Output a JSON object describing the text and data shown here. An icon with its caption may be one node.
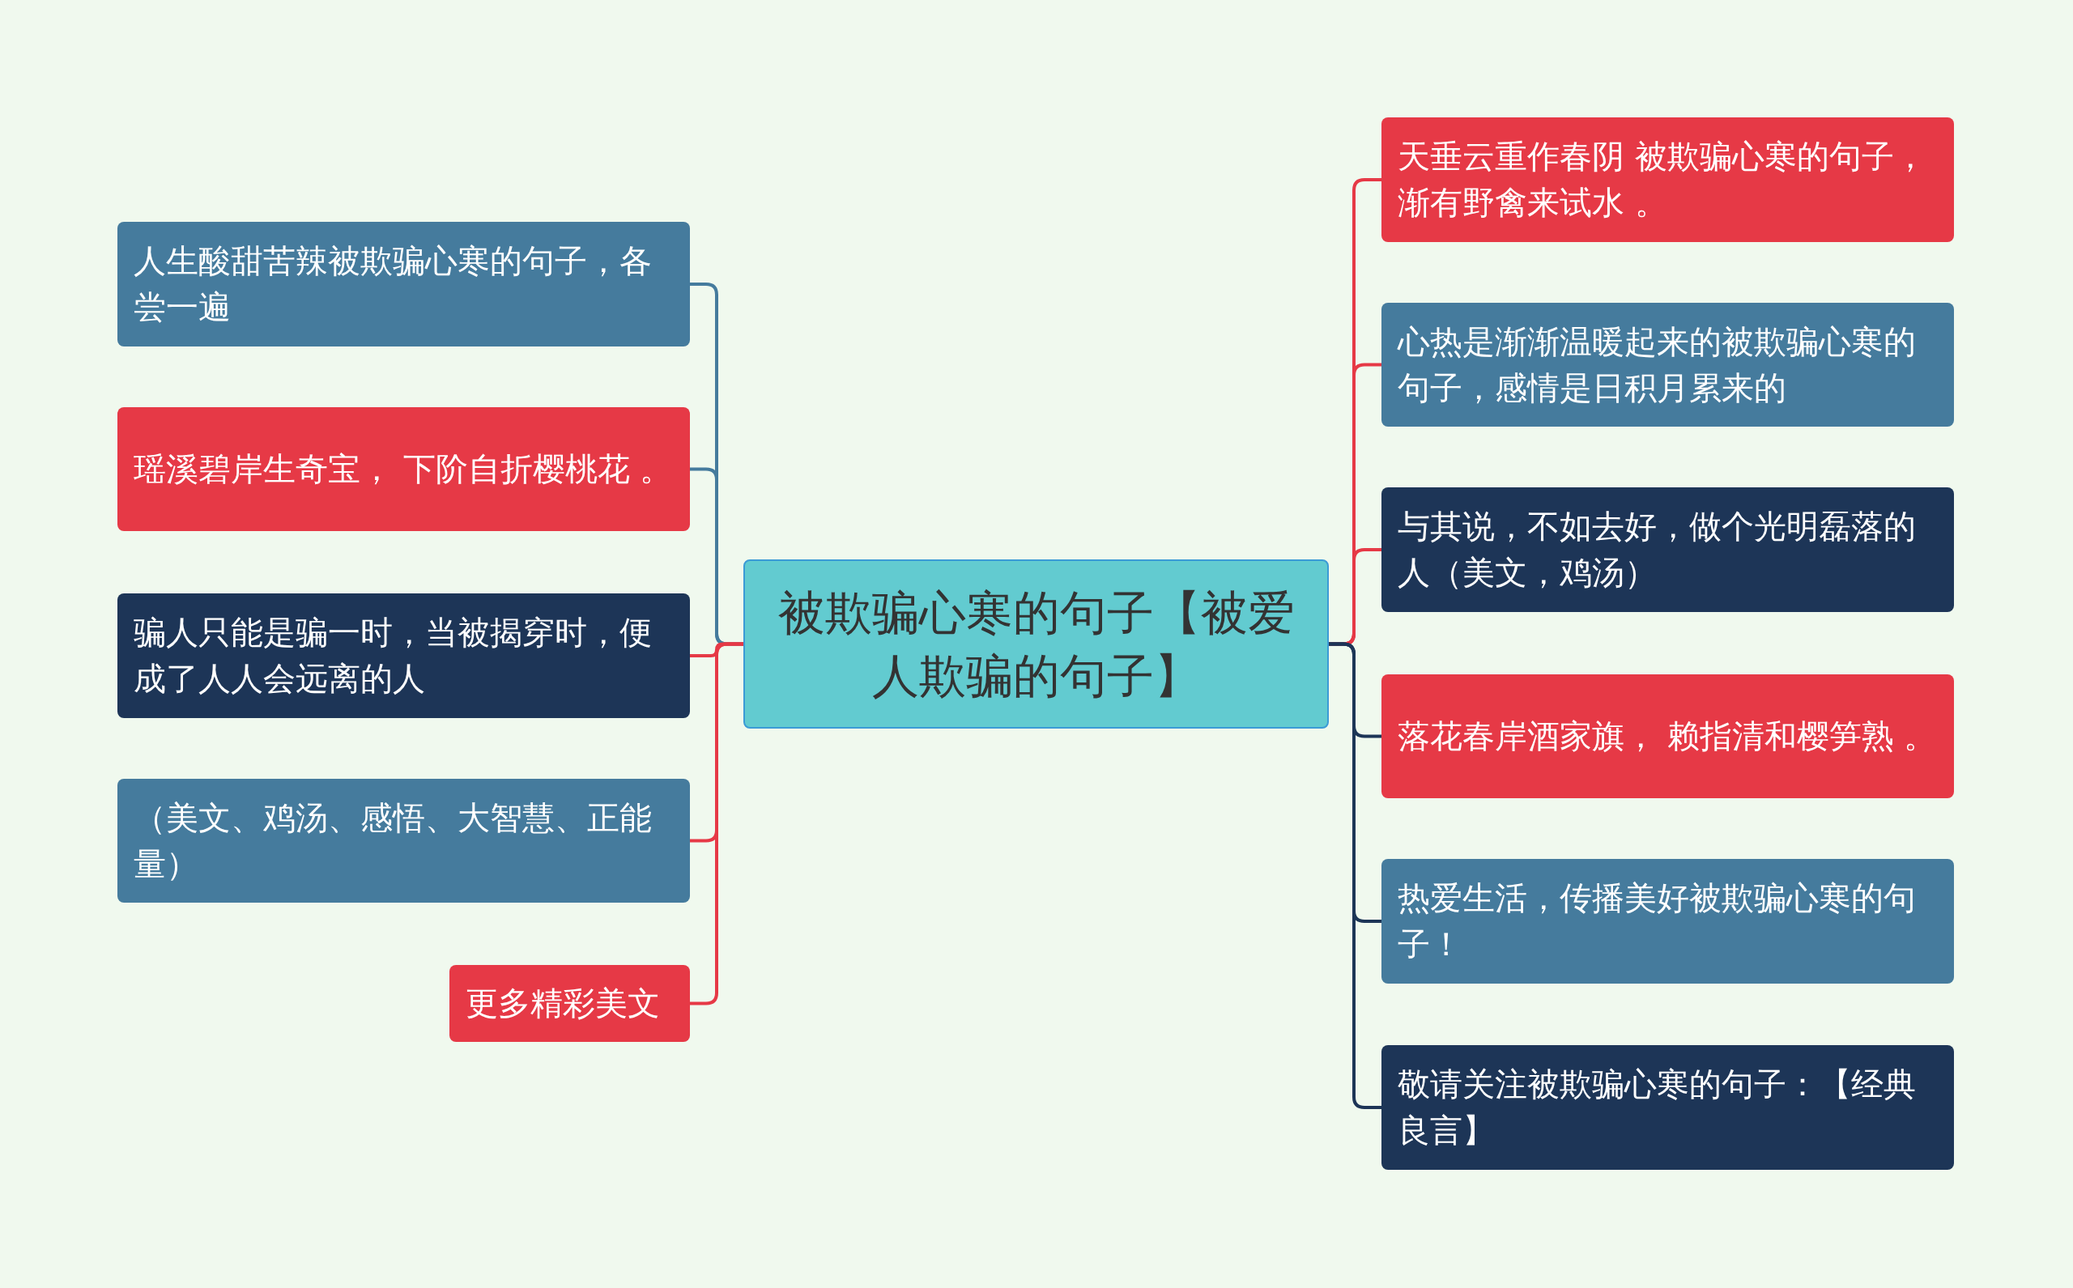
{
  "diagram": {
    "nodes": [
      {
        "text": [
          "被欺骗心寒的句子【被爱人欺骗的句子】"
        ]
      },
      {
        "text": [
          "人生酸甜苦辣被欺骗心寒的句子，各尝一遍"
        ]
      },
      {
        "text": [
          "瑶溪碧岸生奇宝， 下阶自折樱桃花 。"
        ]
      },
      {
        "text": [
          "骗人只能是骗一时，当被揭穿时，便成了人人会远离的人"
        ]
      },
      {
        "text": [
          "（美文、鸡汤、感悟、大智慧、正能量）"
        ]
      },
      {
        "text": [
          "更多精彩美文"
        ]
      },
      {
        "text": [
          "天垂云重作春阴 被欺骗心寒的句子，渐有野禽来试水 。"
        ]
      },
      {
        "text": [
          "心热是渐渐温暖起来的被欺骗心寒的句子，感情是日积月累来的"
        ]
      },
      {
        "text": [
          "与其说，不如去好，做个光明磊落的人（美文，鸡汤）"
        ]
      },
      {
        "text": [
          "落花春岸酒家旗， 赖指清和樱笋熟 。"
        ]
      },
      {
        "text": [
          "热爱生活，传播美好被欺骗心寒的句子！"
        ]
      },
      {
        "text": [
          "敬请关注被欺骗心寒的句子：【经典良言】"
        ]
      }
    ],
    "edges": [
      {
        "from": 0,
        "to": 1,
        "arrow": "none",
        "color": "#457b9d"
      },
      {
        "from": 0,
        "to": 2,
        "arrow": "none",
        "color": "#457b9d"
      },
      {
        "from": 0,
        "to": 3,
        "arrow": "none",
        "color": "#e63946"
      },
      {
        "from": 0,
        "to": 4,
        "arrow": "none",
        "color": "#e63946"
      },
      {
        "from": 0,
        "to": 5,
        "arrow": "none",
        "color": "#e63946"
      },
      {
        "from": 0,
        "to": 6,
        "arrow": "none",
        "color": "#e63946"
      },
      {
        "from": 0,
        "to": 7,
        "arrow": "none",
        "color": "#e63946"
      },
      {
        "from": 0,
        "to": 8,
        "arrow": "none",
        "color": "#e63946"
      },
      {
        "from": 0,
        "to": 9,
        "arrow": "none",
        "color": "#1d3557"
      },
      {
        "from": 0,
        "to": 10,
        "arrow": "none",
        "color": "#1d3557"
      },
      {
        "from": 0,
        "to": 11,
        "arrow": "none",
        "color": "#1d3557"
      }
    ]
  }
}
